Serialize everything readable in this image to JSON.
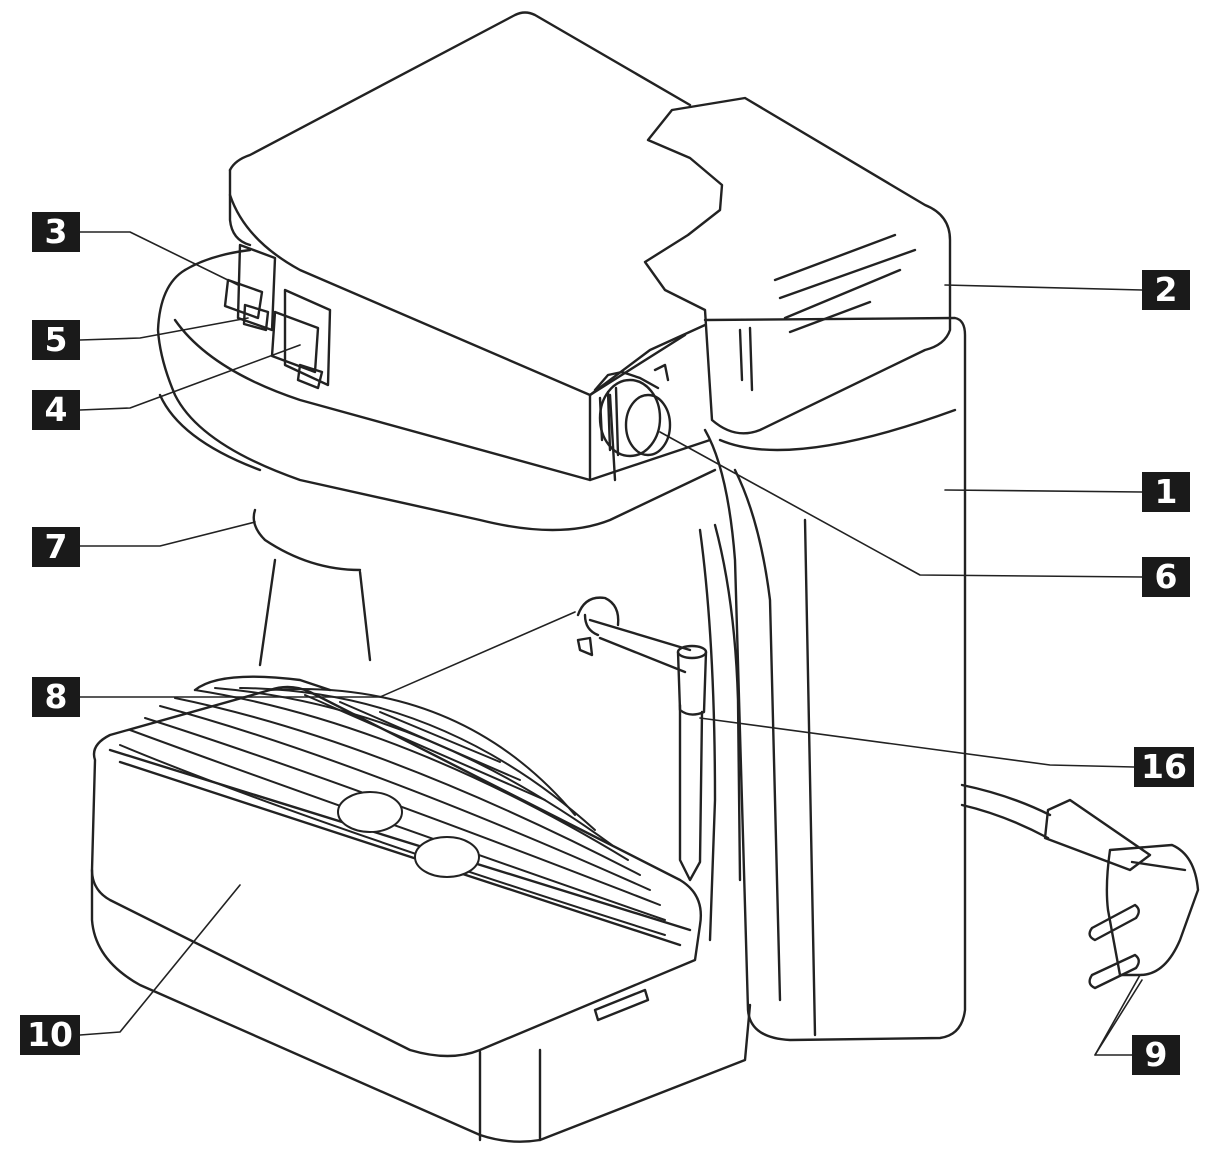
{
  "callouts": [
    {
      "id": "c1",
      "number": "1"
    },
    {
      "id": "c2",
      "number": "2"
    },
    {
      "id": "c3",
      "number": "3"
    },
    {
      "id": "c4",
      "number": "4"
    },
    {
      "id": "c5",
      "number": "5"
    },
    {
      "id": "c6",
      "number": "6"
    },
    {
      "id": "c7",
      "number": "7"
    },
    {
      "id": "c8",
      "number": "8"
    },
    {
      "id": "c9",
      "number": "9"
    },
    {
      "id": "c10",
      "number": "10"
    },
    {
      "id": "c16",
      "number": "16"
    }
  ]
}
